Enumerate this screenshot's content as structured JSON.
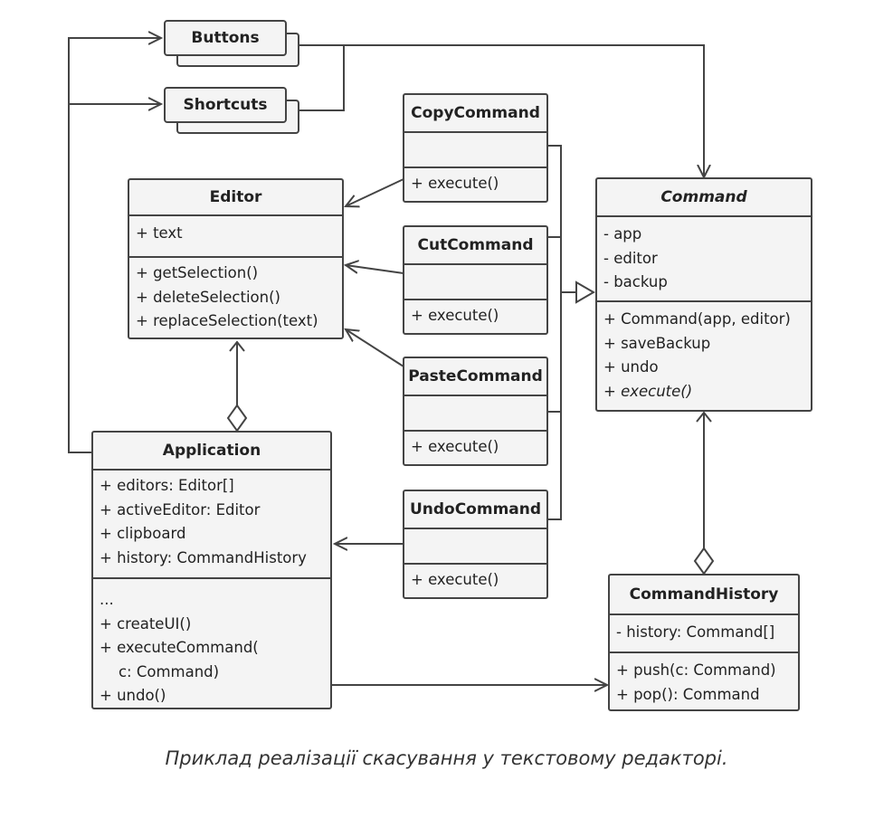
{
  "stacks": {
    "buttons": "Buttons",
    "shortcuts": "Shortcuts"
  },
  "classes": {
    "editor": {
      "name": "Editor",
      "fields": [
        "+ text"
      ],
      "methods": [
        "+ getSelection()",
        "+ deleteSelection()",
        "+ replaceSelection(text)"
      ]
    },
    "copy": {
      "name": "CopyCommand",
      "methods": [
        "+ execute()"
      ]
    },
    "cut": {
      "name": "CutCommand",
      "methods": [
        "+ execute()"
      ]
    },
    "paste": {
      "name": "PasteCommand",
      "methods": [
        "+ execute()"
      ]
    },
    "undo": {
      "name": "UndoCommand",
      "methods": [
        "+ execute()"
      ]
    },
    "command": {
      "name": "Command",
      "fields": [
        "- app",
        "- editor",
        "- backup"
      ],
      "methods": [
        "+ Command(app, editor)",
        "+ saveBackup",
        "+ undo",
        "+ execute()"
      ]
    },
    "application": {
      "name": "Application",
      "fields": [
        "+ editors: Editor[]",
        "+ activeEditor: Editor",
        "+ clipboard",
        "+ history: CommandHistory"
      ],
      "methods": [
        "...",
        "+ createUI()",
        "+ executeCommand(",
        "    c: Command)",
        "+ undo()"
      ]
    },
    "history": {
      "name": "CommandHistory",
      "fields": [
        "- history: Command[]"
      ],
      "methods": [
        "+ push(c: Command)",
        "+ pop(): Command"
      ]
    }
  },
  "caption": "Приклад реалізації скасування у текстовому редакторі."
}
